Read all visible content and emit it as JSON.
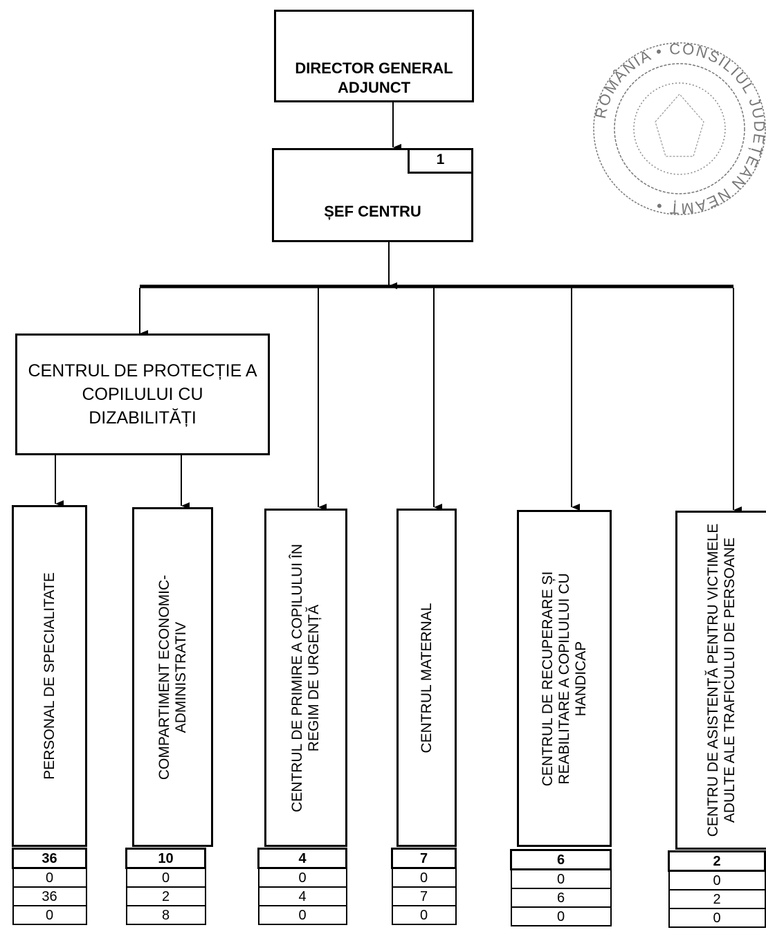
{
  "director": {
    "title": "DIRECTOR GENERAL ADJUNCT"
  },
  "sef": {
    "title": "ȘEF CENTRU",
    "count": "1"
  },
  "cpc": {
    "title": "CENTRUL DE PROTECȚIE A COPILULUI CU DIZABILITĂȚI"
  },
  "units": [
    {
      "label": "PERSONAL DE SPECIALITATE",
      "values": [
        "36",
        "0",
        "36",
        "0"
      ]
    },
    {
      "label": "COMPARTIMENT ECONOMIC-ADMINISTRATIV",
      "values": [
        "10",
        "0",
        "2",
        "8"
      ]
    },
    {
      "label": "CENTRUL DE PRIMIRE A COPILULUI ÎN REGIM DE URGENȚĂ",
      "values": [
        "4",
        "0",
        "4",
        "0"
      ]
    },
    {
      "label": "CENTRUL MATERNAL",
      "values": [
        "7",
        "0",
        "7",
        "0"
      ]
    },
    {
      "label": "CENTRUL DE RECUPERARE ȘI REABILITARE A COPILULUI CU HANDICAP",
      "values": [
        "6",
        "0",
        "6",
        "0"
      ]
    },
    {
      "label": "CENTRU DE ASISTENȚĂ PENTRU VICTIMELE ADULTE ALE TRAFICULUI DE PERSOANE",
      "values": [
        "2",
        "0",
        "2",
        "0"
      ]
    }
  ],
  "stamp": {
    "text": "ROMÂNIA • CONSILIUL JUDEȚEAN NEAMȚ •"
  }
}
